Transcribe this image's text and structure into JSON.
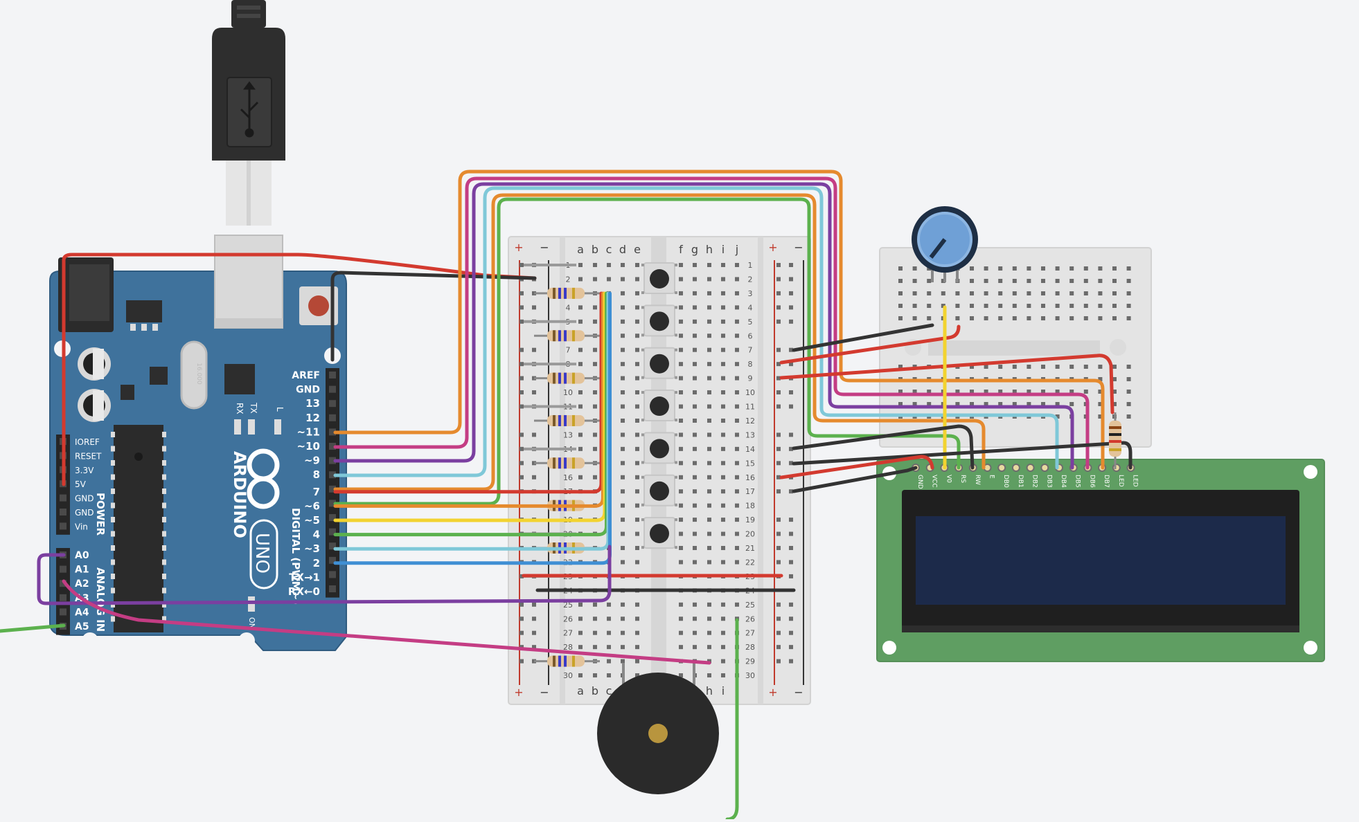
{
  "colors": {
    "canvas": "#f3f4f6",
    "arduino_board": "#3f729c",
    "breadboard": "#e4e4e4",
    "lcd_board": "#5f9e62",
    "lcd_screen": "#1c2a4a",
    "wire_red": "#d33a2f",
    "wire_black": "#333333",
    "wire_orange": "#e58a2e",
    "wire_purple": "#7b3fa0",
    "wire_magenta": "#c43d84",
    "wire_cyan": "#7fc8d8",
    "wire_green": "#5cb14e",
    "wire_yellow": "#f2d330",
    "wire_blue": "#3f8fd4"
  },
  "arduino": {
    "brand": "ARDUINO",
    "model": "UNO",
    "crystal": "16.000",
    "icsp_labels": {
      "rx": "RX",
      "tx": "TX",
      "l": "L",
      "on": "ON"
    },
    "digital_title": "DIGITAL (PWM~)",
    "power_title": "POWER",
    "analog_title": "ANALOG IN",
    "digital_pins": [
      "AREF",
      "GND",
      "13",
      "12",
      "~11",
      "~10",
      "~9",
      "8",
      "7",
      "~6",
      "~5",
      "4",
      "~3",
      "2",
      "TX→1",
      "RX←0"
    ],
    "power_pins": [
      "IOREF",
      "RESET",
      "3.3V",
      "5V",
      "GND",
      "GND",
      "Vin"
    ],
    "analog_pins": [
      "A0",
      "A1",
      "A2",
      "A3",
      "A4",
      "A5"
    ]
  },
  "breadboard": {
    "col_left": [
      "a",
      "b",
      "c",
      "d",
      "e"
    ],
    "col_right": [
      "f",
      "g",
      "h",
      "i",
      "j"
    ],
    "rail_plus": "+",
    "rail_minus": "−",
    "rows": 30
  },
  "lcd": {
    "pins": [
      "GND",
      "VCC",
      "V0",
      "RS",
      "RW",
      "E",
      "DB0",
      "DB1",
      "DB2",
      "DB3",
      "DB4",
      "DB5",
      "DB6",
      "DB7",
      "LED",
      "LED"
    ]
  }
}
